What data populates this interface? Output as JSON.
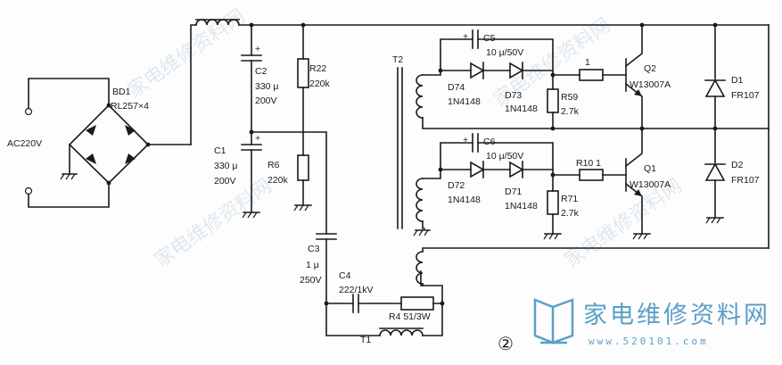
{
  "labels": {
    "input": "AC220V",
    "bd1_name": "BD1",
    "bd1_value": "RL257×4",
    "c2_name": "C2",
    "c2_value1": "330 μ",
    "c2_value2": "200V",
    "c1_name": "C1",
    "c1_value1": "330 μ",
    "c1_value2": "200V",
    "r22_name": "R22",
    "r22_value": "220k",
    "r6_name": "R6",
    "r6_value": "220k",
    "c3_name": "C3",
    "c3_value1": "1 μ",
    "c3_value2": "250V",
    "c4_name": "C4",
    "c4_value": "222/1kV",
    "r4_label": "R4 51/3W",
    "t1_name": "T1",
    "t2_name": "T2",
    "c5_name": "C5",
    "c5_value": "10 μ/50V",
    "c6_name": "C6",
    "c6_value": "10 μ/50V",
    "d74_name": "D74",
    "d74_value": "1N4148",
    "d73_name": "D73",
    "d73_value": "1N4148",
    "d72_name": "D72",
    "d72_value": "1N4148",
    "d71_name": "D71",
    "d71_value": "1N4148",
    "r59_name": "R59",
    "r59_value": "2.7k",
    "r71_name": "R71",
    "r71_value": "2.7k",
    "r_top_value": "1",
    "r10_label": "R10 1",
    "q2_name": "Q2",
    "q2_value": "W13007A",
    "q1_name": "Q1",
    "q1_value": "W13007A",
    "d1_name": "D1",
    "d1_value": "FR107",
    "d2_name": "D2",
    "d2_value": "FR107",
    "figure_number": "②"
  },
  "branding": {
    "site_name": "家电维修资料网",
    "site_url": "www.520101.com",
    "watermark": "家电维修资料网"
  },
  "colors": {
    "brand": "#5a9fc9",
    "ink": "#1a1a1a"
  }
}
